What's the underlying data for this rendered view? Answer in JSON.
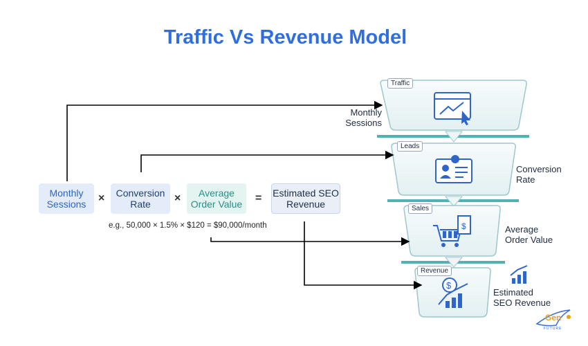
{
  "title": "Traffic Vs Revenue Model",
  "formula": {
    "sessions": "Monthly Sessions",
    "conversion": "Conversion Rate",
    "aov": "Average Order Value",
    "estimated": "Estimated SEO Revenue",
    "times1": "×",
    "times2": "×",
    "equals": "=",
    "example": "e.g., 50,000 × 1.5% × $120 = $90,000/month"
  },
  "funnel": [
    {
      "tag": "Traffic",
      "label": "Monthly Sessions",
      "icon": "browser-cursor-icon"
    },
    {
      "tag": "Leads",
      "label": "Conversion Rate",
      "icon": "id-card-icon"
    },
    {
      "tag": "Sales",
      "label": "Average Order Value",
      "icon": "cart-receipt-icon"
    },
    {
      "tag": "Revenue",
      "label": "Estimated SEO Revenue",
      "icon": "dollar-growth-icon"
    }
  ],
  "logo": {
    "text": "Gen",
    "subtext": "FUTURE"
  },
  "colors": {
    "title": "#2f6ee0",
    "funnel_fill": "#eef6f7",
    "funnel_stroke": "#9cc7cd",
    "divider": "#4fb3b3",
    "arrow": "#000000",
    "icon_blue": "#2f64c8"
  }
}
